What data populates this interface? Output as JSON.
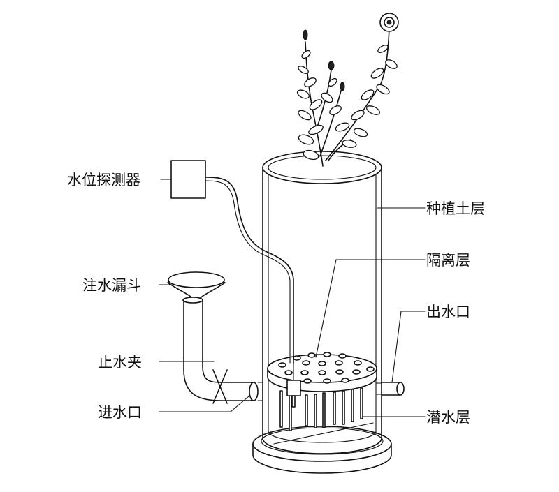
{
  "labels": {
    "water_level_sensor": "水位探测器",
    "planting_soil_layer": "种植土层",
    "isolation_layer": "隔离层",
    "water_injection_funnel": "注水漏斗",
    "water_outlet": "出水口",
    "water_stop_clamp": "止水夹",
    "water_inlet": "进水口",
    "submerged_layer": "潜水层"
  },
  "colors": {
    "line": "#111111",
    "background": "#ffffff"
  }
}
